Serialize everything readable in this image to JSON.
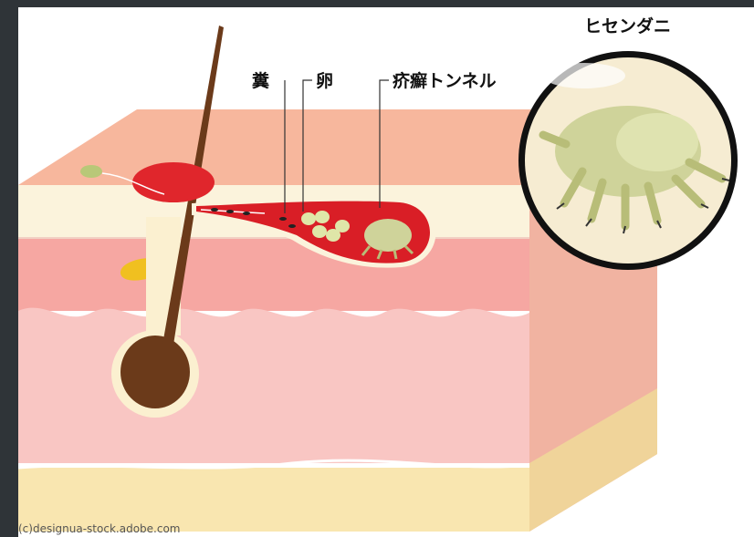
{
  "labels": {
    "feces": "糞",
    "eggs": "卵",
    "tunnel": "疥癬トンネル",
    "mite": "ヒセンダニ"
  },
  "credit": "(c)designua-stock.adobe.com",
  "colors": {
    "skin_top": "#f7b79d",
    "epidermis": "#fbf3dc",
    "dermis_dark": "#f6a7a2",
    "dermis_light": "#f9c6c3",
    "subcutis": "#f9e6b0",
    "tunnel": "#d91e26",
    "hair": "#6b3a1a",
    "mite": "#cfd39a"
  }
}
